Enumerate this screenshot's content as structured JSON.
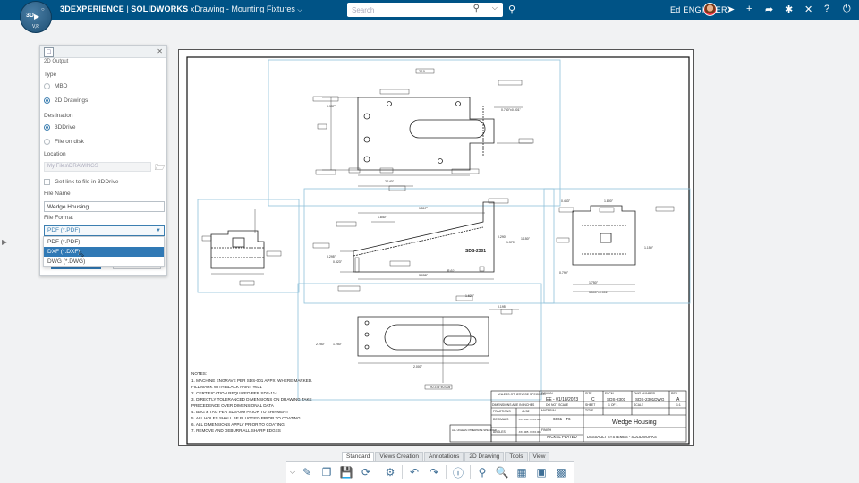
{
  "topbar": {
    "compass": {
      "label_3d": "3D",
      "label_v": "V,R"
    },
    "brand_3dx": "3DEXPERIENCE",
    "brand_sep": "|",
    "brand_sw": "SOLIDWORKS",
    "app_title": "xDrawing - Mounting Fixtures",
    "search_placeholder": "Search",
    "user_name": "Ed ENGINEER",
    "icons": [
      "tag-icon",
      "share-icon",
      "add-icon",
      "share-arrow-icon",
      "network-icon",
      "tools-icon",
      "help-icon",
      "power-icon"
    ]
  },
  "panel": {
    "title": "2D Output",
    "type_label": "Type",
    "type_options": [
      "MBD",
      "2D Drawings"
    ],
    "type_selected": "2D Drawings",
    "destination_label": "Destination",
    "destination_options": [
      "3DDrive",
      "File on disk"
    ],
    "destination_selected": "3DDrive",
    "location_label": "Location",
    "location_value": "My Files\\DRAWINGS",
    "link_checkbox_label": "Get link to file in 3DDrive",
    "file_name_label": "File Name",
    "file_name_value": "Wedge Housing",
    "file_format_label": "File Format",
    "file_format_value": "PDF (*.PDF)",
    "file_format_options": [
      "PDF (*.PDF)",
      "DXF (*.DXF)",
      "DWG (*.DWG)"
    ],
    "file_format_highlighted": "DXF (*.DXF)"
  },
  "drawing": {
    "part_number": "SDS-2301",
    "notes_title": "NOTES:",
    "notes": [
      "1. MACHINE ENGRAVE PER SDS-001 APPX. WHERE MARKED.",
      "    FILL MARK WITH BLACK PAINT #631",
      "2. CERTIFICATION REQUIRED PER SDS-114",
      "3. DIRECTLY TOLERANCED DIMENSIONS ON DRAWING TAKE",
      "    PRECEDENCE OVER DIMENSIONAL DATA",
      "4. BAG & TAG PER SDS-009 PRIOR TO SHIPMENT",
      "5. ALL HOLES SHALL BE PLUGGED PRIOR TO COATING",
      "6. ALL DIMENSIONS APPLY PRIOR TO COATING",
      "7. REMOVE AND DEBURR ALL SHARP EDGES"
    ],
    "title_block": {
      "unless_specified": "UNLESS OTHERWISE SPECIFIED",
      "drawn_label": "DRAWN",
      "drawn_value": "EE - 01/18/2023",
      "size_label": "SIZE",
      "size_value": "C",
      "fscm_label": "FSCM",
      "fscm_value": "SDS-2301",
      "dwg_label": "DWG NUMBER",
      "dwg_value": "SDS-2301DWG",
      "rev_label": "REV",
      "rev_value": "A",
      "dims_in": "DIMENSIONS ARE IN INCHES",
      "do_not_scale": "DO NOT SCALE",
      "sheet_label": "SHEET",
      "sheet_value": "1 OF 1",
      "scale_label": "SCALE",
      "scale_value": "1:1",
      "fractions_label": "FRACTIONS",
      "fractions_value": "±1/32",
      "material_label": "MATERIAL",
      "material_value": "6061 - T6",
      "title_label": "TITLE",
      "title_value": "Wedge Housing",
      "decimals_label": "DECIMALS",
      "decimals_value": ".XX±.010 .XXX±.005",
      "finish_label": "FINISH",
      "finish_value": "NICKEL PLATED",
      "company": "DASSAULT SYSTEMES - SOLIDWORKS",
      "angles_label": "ANGLES",
      "angles_value": ".XX±.005 .XXX±.005",
      "all_unless": "ALL UNLESS OTHERWISE SPECIFIED"
    }
  },
  "bottom": {
    "tabs": [
      "Standard",
      "Views Creation",
      "Annotations",
      "2D Drawing",
      "Tools",
      "View"
    ],
    "active_tab": "Standard"
  }
}
